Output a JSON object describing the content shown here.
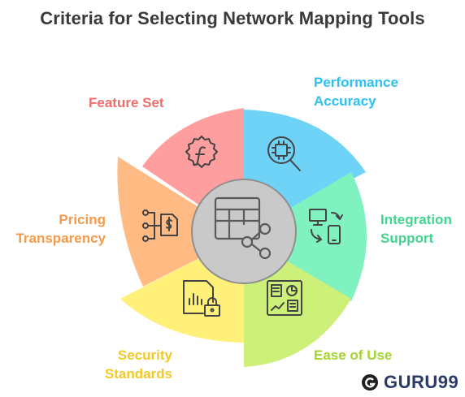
{
  "title": "Criteria for Selecting Network Mapping Tools",
  "segments": [
    {
      "id": "feature-set",
      "label_lines": [
        "Feature Set"
      ],
      "color": "#ff9e9e",
      "label_color": "#f06d6d",
      "icon": "function-gear-icon"
    },
    {
      "id": "performance-accuracy",
      "label_lines": [
        "Performance",
        "Accuracy"
      ],
      "color": "#6fd3f7",
      "label_color": "#2ec0f0",
      "icon": "chip-search-icon"
    },
    {
      "id": "integration-support",
      "label_lines": [
        "Integration",
        "Support"
      ],
      "color": "#7ff2bf",
      "label_color": "#3fd68e",
      "icon": "devices-sync-icon"
    },
    {
      "id": "ease-of-use",
      "label_lines": [
        "Ease of Use"
      ],
      "color": "#ccf078",
      "label_color": "#a3d42f",
      "icon": "dashboard-icon"
    },
    {
      "id": "security-standards",
      "label_lines": [
        "Security",
        "Standards"
      ],
      "color": "#fff07a",
      "label_color": "#f2c928",
      "icon": "secure-report-icon"
    },
    {
      "id": "pricing-transparency",
      "label_lines": [
        "Pricing",
        "Transparency"
      ],
      "color": "#ffbb83",
      "label_color": "#f59a4a",
      "icon": "price-network-icon"
    }
  ],
  "center_icon": "table-share-icon",
  "brand": {
    "name": "GURU99",
    "icon": "guru99-logo-icon"
  }
}
